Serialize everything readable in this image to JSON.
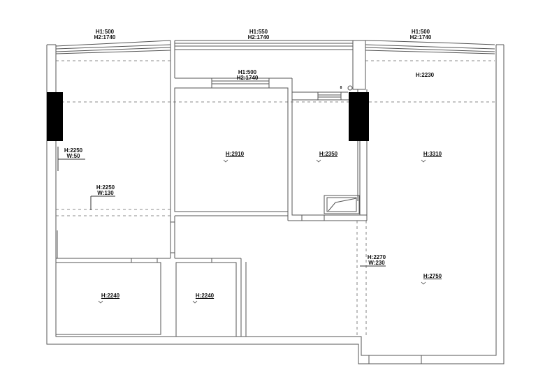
{
  "plan": {
    "windows": [
      {
        "id": "left-window",
        "h1": "H1:500",
        "h2": "H2:1740"
      },
      {
        "id": "center-window",
        "h1": "H1:550",
        "h2": "H2:1740"
      },
      {
        "id": "right-window",
        "h1": "H1:500",
        "h2": "H2:1740"
      },
      {
        "id": "inner-window",
        "h1": "H1:500",
        "h2": "H2:1740"
      }
    ],
    "rooms": [
      {
        "id": "top-right-strip",
        "height": "H:2230"
      },
      {
        "id": "center-room",
        "height": "H:2910"
      },
      {
        "id": "bathroom",
        "height": "H:2350"
      },
      {
        "id": "right-room",
        "height": "H:3310"
      },
      {
        "id": "living-room",
        "height": "H:2750"
      },
      {
        "id": "bottom-left-room",
        "height": "H:2240"
      },
      {
        "id": "bottom-center-room",
        "height": "H:2240"
      }
    ],
    "beams": [
      {
        "id": "beam-left-wall",
        "h": "H:2250",
        "w": "W:50"
      },
      {
        "id": "beam-left-room",
        "h": "H:2250",
        "w": "W:130"
      },
      {
        "id": "beam-living",
        "h": "H:2270",
        "w": "W:230"
      }
    ],
    "small_mark": "8"
  }
}
